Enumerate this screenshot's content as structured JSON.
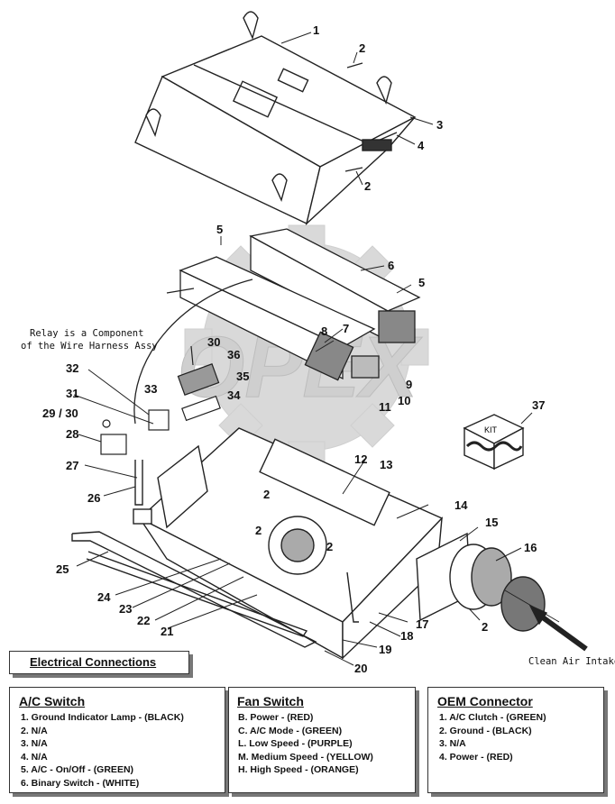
{
  "callouts": [
    "1",
    "2",
    "3",
    "4",
    "2",
    "5",
    "6",
    "5",
    "7",
    "8",
    "30",
    "36",
    "35",
    "34",
    "33",
    "32",
    "31",
    "29 / 30",
    "28",
    "27",
    "26",
    "25",
    "24",
    "23",
    "22",
    "21",
    "2",
    "2",
    "2",
    "12",
    "13",
    "9",
    "10",
    "11",
    "14",
    "15",
    "16",
    "2",
    "17",
    "18",
    "19",
    "20",
    "37"
  ],
  "notes": {
    "relay_line1": "Relay is a Component",
    "relay_line2": "of the Wire Harness Assy",
    "clean_air": "Clean Air Intake",
    "kit": "KIT",
    "watermark": "OPEX"
  },
  "electrical_header": "Electrical Connections",
  "ac_switch": {
    "title": "A/C Switch",
    "items": [
      "1.  Ground Indicator Lamp - (BLACK)",
      "2.  N/A",
      "3.  N/A",
      "4.  N/A",
      "5.  A/C - On/Off - (GREEN)",
      "6.  Binary Switch - (WHITE)"
    ]
  },
  "fan_switch": {
    "title": "Fan Switch",
    "items": [
      "B.  Power - (RED)",
      "C.  A/C Mode - (GREEN)",
      "L.  Low Speed - (PURPLE)",
      "M.  Medium Speed - (YELLOW)",
      "H.  High Speed - (ORANGE)"
    ]
  },
  "oem_connector": {
    "title": "OEM Connector",
    "items": [
      "1.  A/C Clutch - (GREEN)",
      "2.  Ground - (BLACK)",
      "3.  N/A",
      "4. Power - (RED)"
    ]
  }
}
